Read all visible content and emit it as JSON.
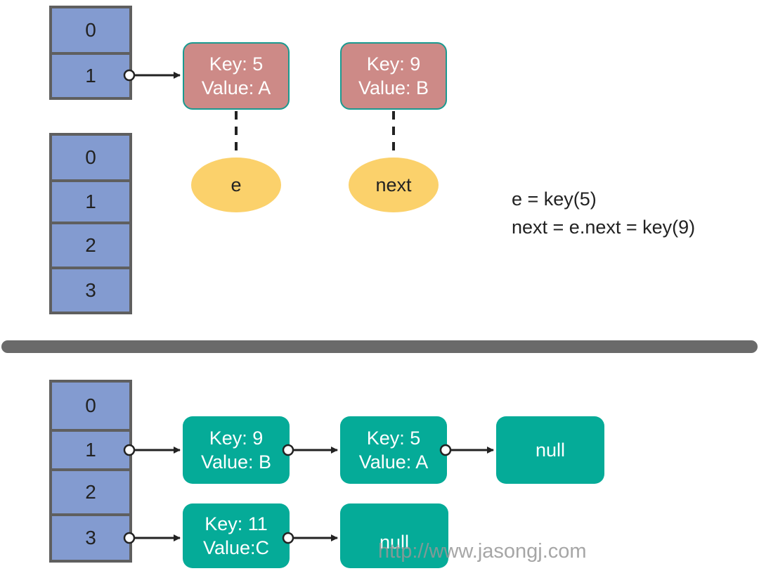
{
  "top_section": {
    "bucket_array_a": [
      "0",
      "1"
    ],
    "bucket_array_b": [
      "0",
      "1",
      "2",
      "3"
    ],
    "nodes": [
      {
        "key": "Key: 5",
        "value": "Value: A"
      },
      {
        "key": "Key: 9",
        "value": "Value: B"
      }
    ],
    "pointers": {
      "e": "e",
      "next": "next"
    },
    "formula": [
      "e = key(5)",
      "next = e.next = key(9)"
    ]
  },
  "bottom_section": {
    "bucket_array": [
      "0",
      "1",
      "2",
      "3"
    ],
    "row1": [
      {
        "key": "Key: 9",
        "value": "Value: B"
      },
      {
        "key": "Key: 5",
        "value": "Value: A"
      }
    ],
    "row1_null": "null",
    "row3": [
      {
        "key": "Key: 11",
        "value": "Value:C"
      }
    ],
    "row3_null": "null"
  },
  "watermark": "http://www.jasongj.com",
  "colors": {
    "bucket": "#839bd0",
    "node_red": "#cd8a87",
    "node_green": "#05ab98",
    "pointer": "#fbd16b",
    "divider": "#6a6a6a"
  }
}
